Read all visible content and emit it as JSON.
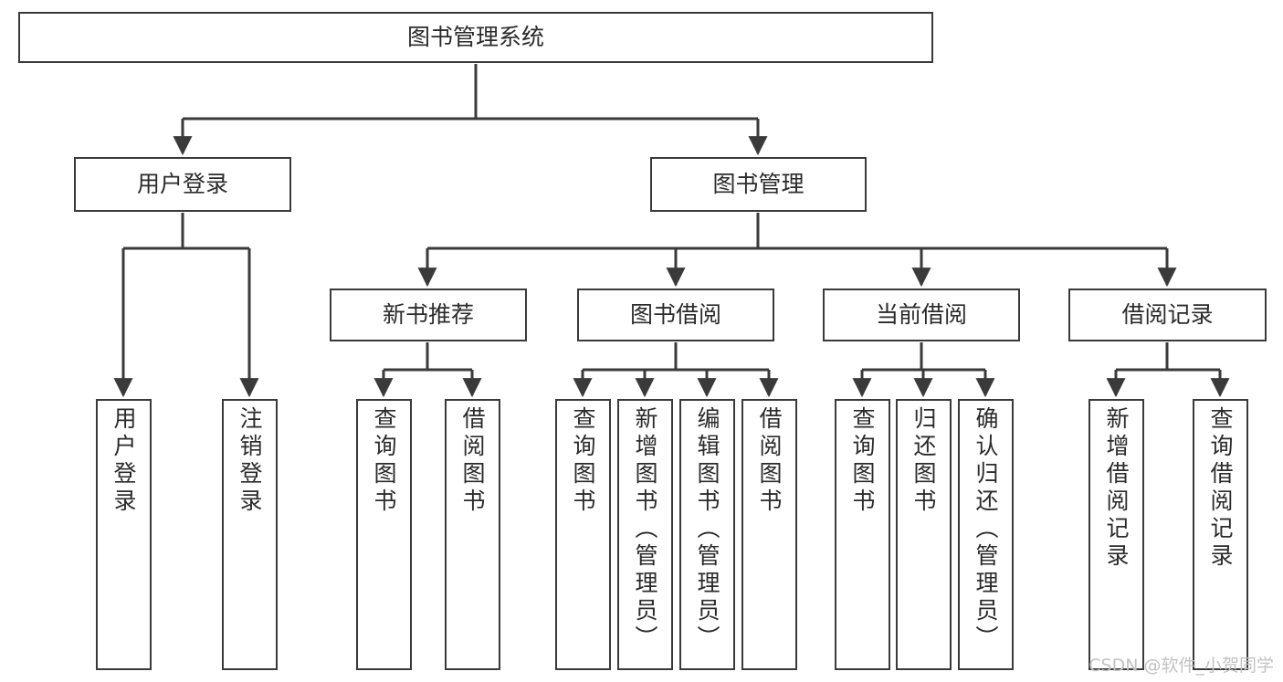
{
  "diagram": {
    "title": "图书管理系统",
    "type": "hierarchy-tree",
    "watermark": "CSDN @软件_小贺同学",
    "accent_color": "#3a3a3a",
    "background_color": "#ffffff",
    "text_color": "#2b2b2b",
    "watermark_color": "#c2c2c2"
  },
  "nodes": {
    "root": {
      "label": "图书管理系统"
    },
    "level1": [
      {
        "id": "user-login",
        "label": "用户登录"
      },
      {
        "id": "book-manage",
        "label": "图书管理"
      }
    ],
    "level2": [
      {
        "id": "new-book-recommend",
        "label": "新书推荐"
      },
      {
        "id": "book-borrow",
        "label": "图书借阅"
      },
      {
        "id": "current-borrow",
        "label": "当前借阅"
      },
      {
        "id": "borrow-record",
        "label": "借阅记录"
      }
    ],
    "leaves": {
      "user_login": [
        {
          "id": "leaf-user-login",
          "label": "用户登录"
        },
        {
          "id": "leaf-logout-login",
          "label": "注销登录"
        }
      ],
      "new_book_recommend": [
        {
          "id": "leaf-query-book-1",
          "label": "查询图书"
        },
        {
          "id": "leaf-borrow-book-1",
          "label": "借阅图书"
        }
      ],
      "book_borrow": [
        {
          "id": "leaf-query-book-2",
          "label": "查询图书"
        },
        {
          "id": "leaf-add-book",
          "label": "新增图书（管理员）"
        },
        {
          "id": "leaf-edit-book",
          "label": "编辑图书（管理员）"
        },
        {
          "id": "leaf-borrow-book-2",
          "label": "借阅图书"
        }
      ],
      "current_borrow": [
        {
          "id": "leaf-query-book-3",
          "label": "查询图书"
        },
        {
          "id": "leaf-return-book",
          "label": "归还图书"
        },
        {
          "id": "leaf-confirm-return",
          "label": "确认归还（管理员）"
        }
      ],
      "borrow_record": [
        {
          "id": "leaf-add-record",
          "label": "新增借阅记录"
        },
        {
          "id": "leaf-query-record",
          "label": "查询借阅记录"
        }
      ]
    }
  }
}
